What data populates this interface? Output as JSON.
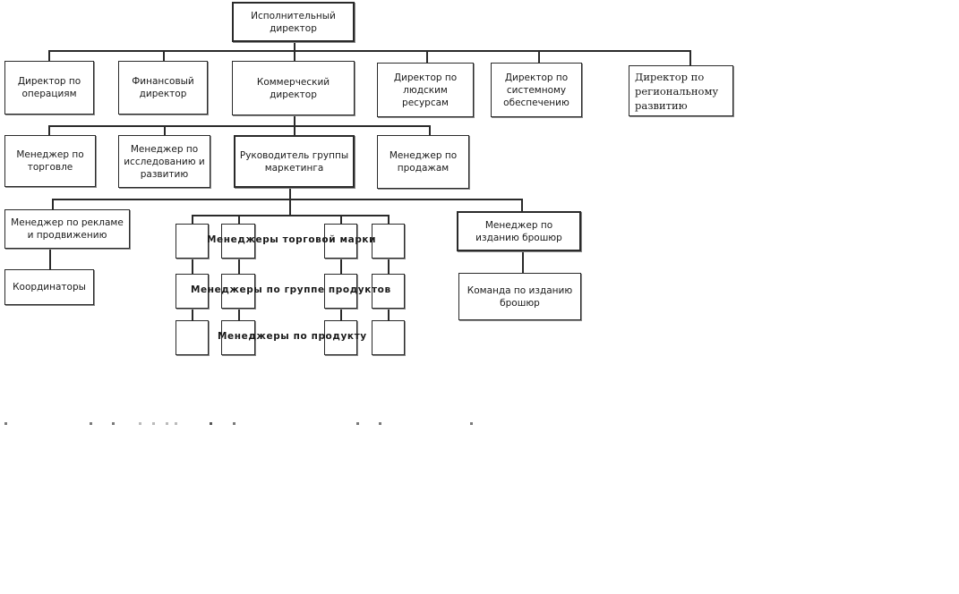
{
  "chart": {
    "level0": {
      "ceo": "Исполнительный директор"
    },
    "level1": {
      "operations": "Директор по операциям",
      "finance": "Финансовый директор",
      "commercial": "Коммерческий директор",
      "hr": "Директор по людским ресурсам",
      "systems": "Директор по системному обеспечению",
      "regional": "Директор по региональному развитию"
    },
    "level2": {
      "trade": "Менеджер по торговле",
      "rnd": "Менеджер по исследованию и развитию",
      "marketing_head": "Руководитель группы маркетинга",
      "sales": "Менеджер по продажам"
    },
    "level3": {
      "advertising": "Менеджер по рекламе и продвижению",
      "coordinators": "Координаторы",
      "brand_managers": "Менеджеры торговой марки",
      "product_group_managers": "Менеджеры по группе продуктов",
      "product_managers": "Менеджеры по продукту",
      "brochure_manager": "Менеджер по изданию брошюр",
      "brochure_team": "Команда по изданию брошюр"
    }
  }
}
